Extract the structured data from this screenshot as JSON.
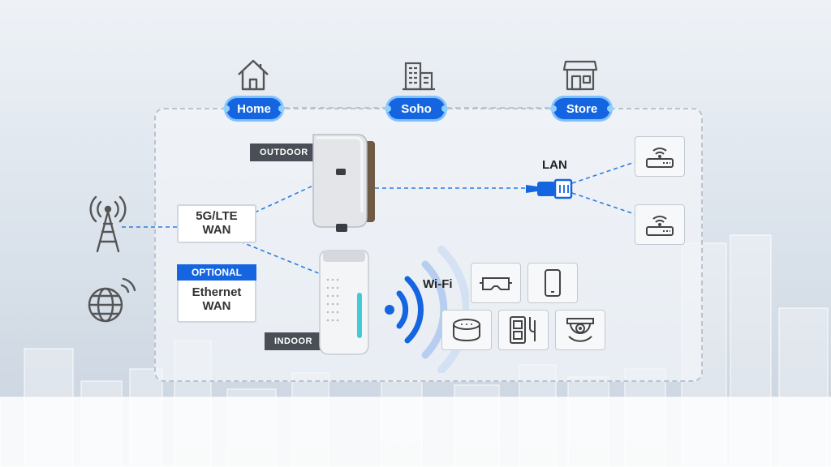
{
  "locations": [
    {
      "label": "Home",
      "icon": "house-icon"
    },
    {
      "label": "Soho",
      "icon": "office-building-icon"
    },
    {
      "label": "Store",
      "icon": "storefront-icon"
    }
  ],
  "outdoor_tag": "OUTDOOR",
  "indoor_tag": "INDOOR",
  "wan_box": {
    "line1": "5G/LTE",
    "line2": "WAN"
  },
  "ethernet_box": {
    "badge": "OPTIONAL",
    "line1": "Ethernet",
    "line2": "WAN"
  },
  "lan_label": "LAN",
  "wifi_label": "Wi-Fi",
  "left_icons": [
    "cell-tower-icon",
    "globe-wireless-icon"
  ],
  "lan_devices": [
    "wifi-router-icon",
    "wifi-router-icon"
  ],
  "wifi_devices": [
    "vr-headset-icon",
    "smartphone-icon",
    "smart-speaker-icon",
    "smart-plug-icon",
    "security-camera-icon"
  ],
  "colors": {
    "accent": "#1565e0",
    "dashed_line": "#2a7de1",
    "tag": "#4a4f57"
  }
}
